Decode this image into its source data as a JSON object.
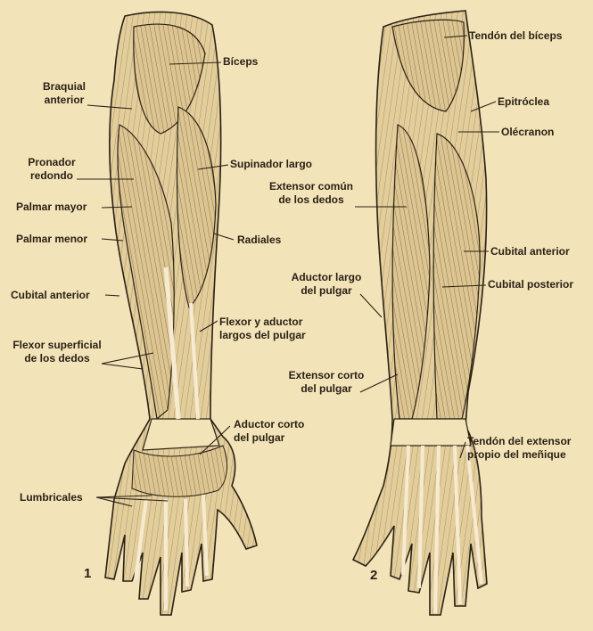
{
  "figures": [
    {
      "number": "1",
      "labels": [
        {
          "id": "biceps",
          "text": "Bíceps"
        },
        {
          "id": "braquial",
          "lines": [
            "Braquial",
            "anterior"
          ]
        },
        {
          "id": "pronador",
          "lines": [
            "Pronador",
            "redondo"
          ]
        },
        {
          "id": "supinador",
          "text": "Supinador largo"
        },
        {
          "id": "palmar-mayor",
          "text": "Palmar mayor"
        },
        {
          "id": "palmar-menor",
          "text": "Palmar menor"
        },
        {
          "id": "radiales",
          "text": "Radiales"
        },
        {
          "id": "cubital-anterior",
          "text": "Cubital anterior"
        },
        {
          "id": "flexor-aductor",
          "lines": [
            "Flexor y aductor",
            "largos del pulgar"
          ]
        },
        {
          "id": "flexor-superficial",
          "lines": [
            "Flexor superficial",
            "de los dedos"
          ]
        },
        {
          "id": "aductor-corto",
          "lines": [
            "Aductor corto",
            "del pulgar"
          ]
        },
        {
          "id": "lumbricales",
          "text": "Lumbricales"
        }
      ]
    },
    {
      "number": "2",
      "labels": [
        {
          "id": "tendon-biceps",
          "text": "Tendón del bíceps"
        },
        {
          "id": "epitroclea",
          "text": "Epitróclea"
        },
        {
          "id": "olecranon",
          "text": "Olécranon"
        },
        {
          "id": "extensor-comun",
          "lines": [
            "Extensor común",
            "de los dedos"
          ]
        },
        {
          "id": "cubital-anterior-2",
          "text": "Cubital anterior"
        },
        {
          "id": "aductor-largo",
          "lines": [
            "Aductor largo",
            "del pulgar"
          ]
        },
        {
          "id": "cubital-posterior",
          "text": "Cubital posterior"
        },
        {
          "id": "extensor-corto",
          "lines": [
            "Extensor corto",
            "del pulgar"
          ]
        },
        {
          "id": "tendon-extensor",
          "lines": [
            "Tendón del extensor",
            "propio del meñique"
          ]
        }
      ]
    }
  ],
  "colors": {
    "paper": "#f3e3b8",
    "muscle": "#e6d3a4",
    "ink": "#2a2116",
    "tendon": "#f6ead0"
  }
}
